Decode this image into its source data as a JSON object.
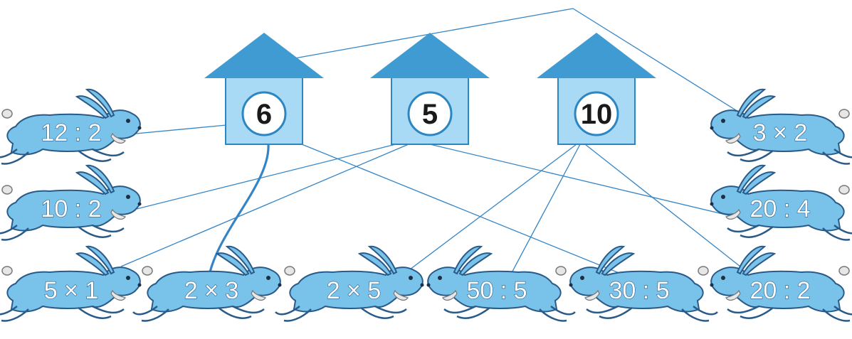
{
  "houses": [
    {
      "id": "house-6",
      "number": "6"
    },
    {
      "id": "house-5",
      "number": "5"
    },
    {
      "id": "house-10",
      "number": "10"
    }
  ],
  "rabbits": [
    {
      "id": "r-12div2",
      "expression": "12 : 2"
    },
    {
      "id": "r-10div2",
      "expression": "10 : 2"
    },
    {
      "id": "r-5x1",
      "expression": "5 × 1"
    },
    {
      "id": "r-2x3",
      "expression": "2 × 3"
    },
    {
      "id": "r-2x5",
      "expression": "2 × 5"
    },
    {
      "id": "r-50div5",
      "expression": "50 : 5"
    },
    {
      "id": "r-30div5",
      "expression": "30 : 5"
    },
    {
      "id": "r-20div2",
      "expression": "20 : 2"
    },
    {
      "id": "r-20div4",
      "expression": "20 : 4"
    },
    {
      "id": "r-3x2",
      "expression": "3 × 2"
    }
  ],
  "connections": [
    {
      "from": "house-6",
      "to": "r-12div2"
    },
    {
      "from": "house-6",
      "to": "r-2x3",
      "style": "bold-curve"
    },
    {
      "from": "house-6",
      "to": "r-3x2"
    },
    {
      "from": "house-6",
      "to": "r-30div5"
    },
    {
      "from": "house-5",
      "to": "r-10div2"
    },
    {
      "from": "house-5",
      "to": "r-5x1"
    },
    {
      "from": "house-5",
      "to": "r-20div4"
    },
    {
      "from": "house-10",
      "to": "r-2x5"
    },
    {
      "from": "house-10",
      "to": "r-50div5"
    },
    {
      "from": "house-10",
      "to": "r-20div2"
    }
  ],
  "colors": {
    "house_roof": "#3f9bd1",
    "house_wall": "#a8daf5",
    "house_outline": "#2b86c2",
    "rabbit_body": "#79c3ea",
    "rabbit_outline": "#2a5a88",
    "line": "#3585c6"
  }
}
